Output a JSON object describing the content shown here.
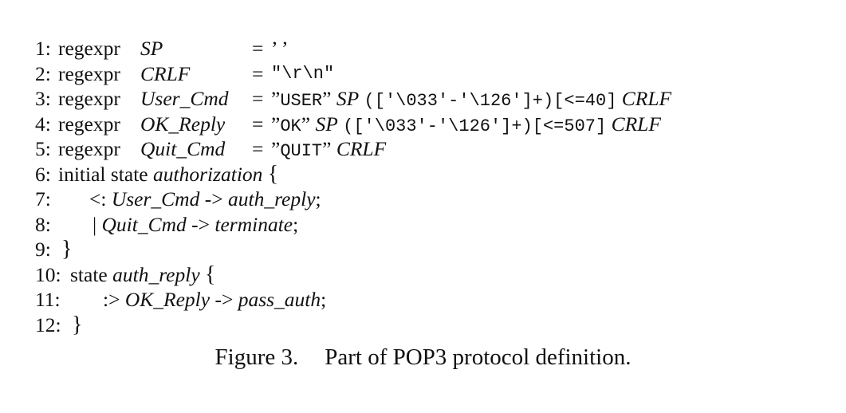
{
  "listing": {
    "lines": [
      {
        "num": "1:",
        "kw": "regexpr",
        "name": "SP",
        "eq": "=",
        "rhs": "’ ’"
      },
      {
        "num": "2:",
        "kw": "regexpr",
        "name": "CRLF",
        "eq": "=",
        "rhs": "\"\\r\\n\""
      },
      {
        "num": "3:",
        "kw": "regexpr",
        "name": "User_Cmd",
        "eq": "=",
        "rhs_q1": "”",
        "rhs_lit": "USER",
        "rhs_q2": "”",
        "rhs_sp": "SP",
        "rhs_pat": "(['\\033'-'\\126']+)[<=40]",
        "rhs_end": "CRLF"
      },
      {
        "num": "4:",
        "kw": "regexpr",
        "name": "OK_Reply",
        "eq": "=",
        "rhs_q1": "”",
        "rhs_lit": "OK",
        "rhs_q2": "”",
        "rhs_sp": "SP",
        "rhs_pat": "(['\\033'-'\\126']+)[<=507]",
        "rhs_end": "CRLF"
      },
      {
        "num": "5:",
        "kw": "regexpr",
        "name": "Quit_Cmd",
        "eq": "=",
        "rhs_q1": "”",
        "rhs_lit": "QUIT",
        "rhs_q2": "”",
        "rhs_end": "CRLF"
      },
      {
        "num": "6:",
        "kw": "initial state",
        "state": "authorization",
        "brace": "{"
      },
      {
        "num": "7:",
        "prefix": "<:",
        "from": "User_Cmd",
        "arrow": "->",
        "to": "auth_reply",
        "end": ";"
      },
      {
        "num": "8:",
        "prefix": "|",
        "from": "Quit_Cmd",
        "arrow": "->",
        "to": "terminate",
        "end": ";"
      },
      {
        "num": "9:",
        "brace": "}"
      },
      {
        "num": "10:",
        "kw": "state",
        "state": "auth_reply",
        "brace": "{"
      },
      {
        "num": "11:",
        "prefix": ":>",
        "from": "OK_Reply",
        "arrow": "->",
        "to": "pass_auth",
        "end": ";"
      },
      {
        "num": "12:",
        "brace": "}"
      }
    ]
  },
  "caption": {
    "label": "Figure 3.",
    "text": "Part of POP3 protocol definition."
  }
}
